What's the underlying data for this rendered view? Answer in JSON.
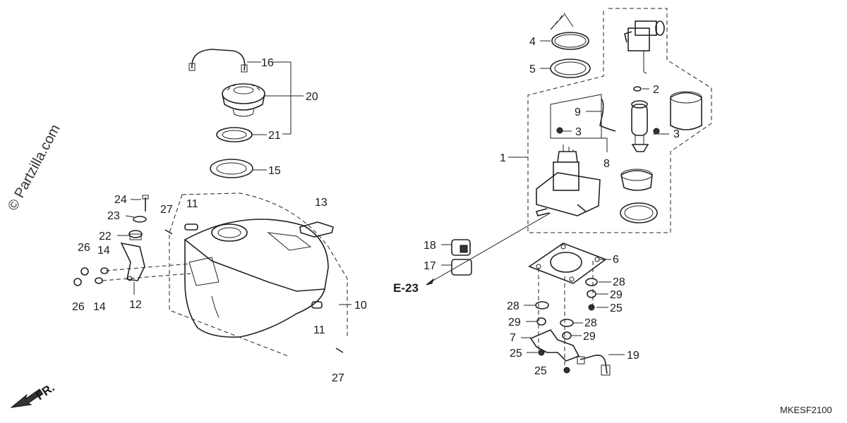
{
  "watermark": "© Partzilla.com",
  "diagram_code": "MKESF2100",
  "reference": "E-23",
  "front_indicator": "FR.",
  "callouts": {
    "c1": "1",
    "c2": "2",
    "c3a": "3",
    "c3b": "3",
    "c4": "4",
    "c5": "5",
    "c6": "6",
    "c7": "7",
    "c8": "8",
    "c9": "9",
    "c10": "10",
    "c11a": "11",
    "c11b": "11",
    "c12": "12",
    "c13": "13",
    "c14a": "14",
    "c14b": "14",
    "c15": "15",
    "c16": "16",
    "c17": "17",
    "c18": "18",
    "c19": "19",
    "c20": "20",
    "c21": "21",
    "c22": "22",
    "c23": "23",
    "c24": "24",
    "c25a": "25",
    "c25b": "25",
    "c25c": "25",
    "c26a": "26",
    "c26b": "26",
    "c27a": "27",
    "c27b": "27",
    "c28a": "28",
    "c28b": "28",
    "c28c": "28",
    "c29a": "29",
    "c29b": "29",
    "c29c": "29"
  }
}
